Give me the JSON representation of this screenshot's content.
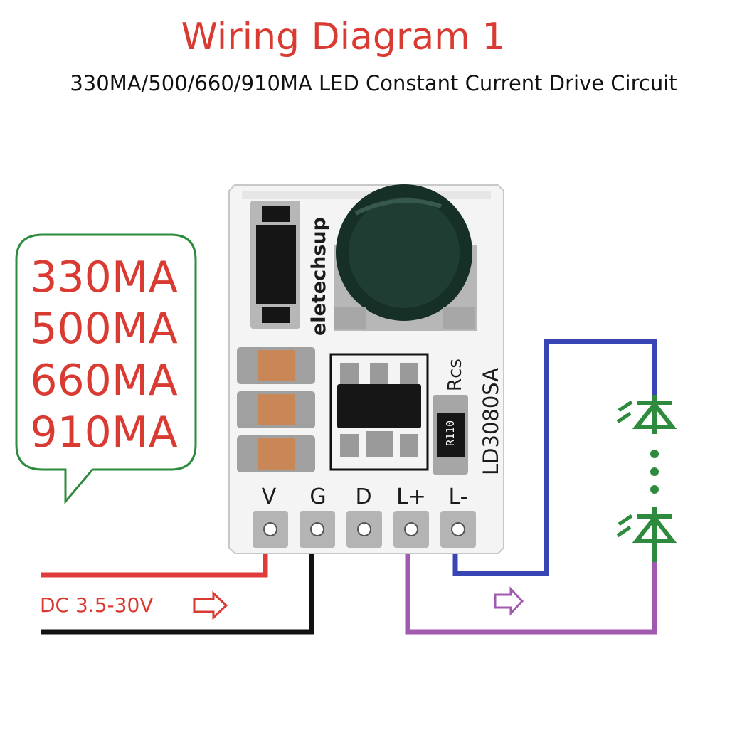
{
  "header": {
    "title": "Wiring Diagram 1",
    "subtitle": "330MA/500/660/910MA LED Constant Current Drive Circuit"
  },
  "callout": {
    "currents": [
      "330MA",
      "500MA",
      "660MA",
      "910MA"
    ],
    "border_color": "#2e8b3e",
    "text_color": "#d93a32"
  },
  "board": {
    "brand": "eletechsup",
    "model": "LD3080SA",
    "sense_label": "Rcs",
    "resistor_code": "R110",
    "pins": [
      "V",
      "G",
      "D",
      "L+",
      "L-"
    ]
  },
  "supply": {
    "label": "DC 3.5-30V"
  },
  "wires": {
    "positive_color": "#e03a3a",
    "ground_color": "#111111",
    "led_minus_color": "#3a45b5",
    "led_plus_color": "#a05ab0",
    "led_color": "#2e8b3e"
  }
}
